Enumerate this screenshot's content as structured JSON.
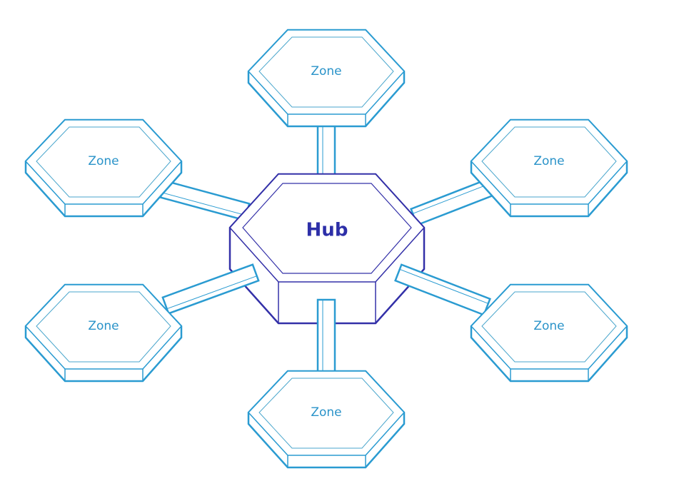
{
  "diagram": {
    "hub": {
      "label": "Hub"
    },
    "zones": [
      {
        "label": "Zone"
      },
      {
        "label": "Zone"
      },
      {
        "label": "Zone"
      },
      {
        "label": "Zone"
      },
      {
        "label": "Zone"
      },
      {
        "label": "Zone"
      }
    ],
    "colors": {
      "zone": "#2a9bd1",
      "zone_inner": "#4aa6cc",
      "hub": "#3330a8",
      "connector": "#2a9bd1"
    }
  }
}
